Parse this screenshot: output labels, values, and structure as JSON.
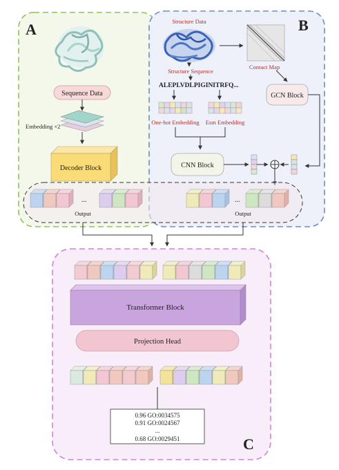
{
  "panels": {
    "a": "A",
    "b": "B",
    "c": "C"
  },
  "panel_a": {
    "sequence_data": "Sequence Data",
    "embedding": "Embedding ×2",
    "decoder_block": "Decoder Block"
  },
  "panel_b": {
    "structure_data": "Structure Data",
    "structure_sequence": "Structure Sequence",
    "sequence_string": "ALEPLVDLPIGINITRFQ...",
    "contact_map": "Contact Map",
    "onehot_embedding": "One-hot Embedding",
    "esm_embedding": "Esm Embedding",
    "cnn_block": "CNN Block",
    "gcn_block": "GCN Block",
    "plus_symbol": "⊕"
  },
  "output_band": {
    "ellipsis": "...",
    "output_left": "Output",
    "output_right": "Output"
  },
  "panel_c": {
    "transformer_block": "Transformer Block",
    "projection_head": "Projection Head",
    "ellipsis": "...",
    "predictions": [
      {
        "text": "0.96 GO:0034575"
      },
      {
        "text": "0.91 GO:0024567"
      },
      {
        "text": "..."
      },
      {
        "text": "0.68 GO:0029451"
      }
    ]
  },
  "colors": {
    "panel_a_border": "#8fc25c",
    "panel_a_fill": "#f3f8ea",
    "panel_b_border": "#6f8bc4",
    "panel_b_fill": "#eef0fa",
    "panel_c_border": "#d97fd6",
    "panel_c_fill": "#f7eefa",
    "decoder_block": "#f9dc78",
    "transformer_block": "#c9a5dd",
    "projection_head": "#f2c6d0",
    "label_red": "#b0302a"
  }
}
